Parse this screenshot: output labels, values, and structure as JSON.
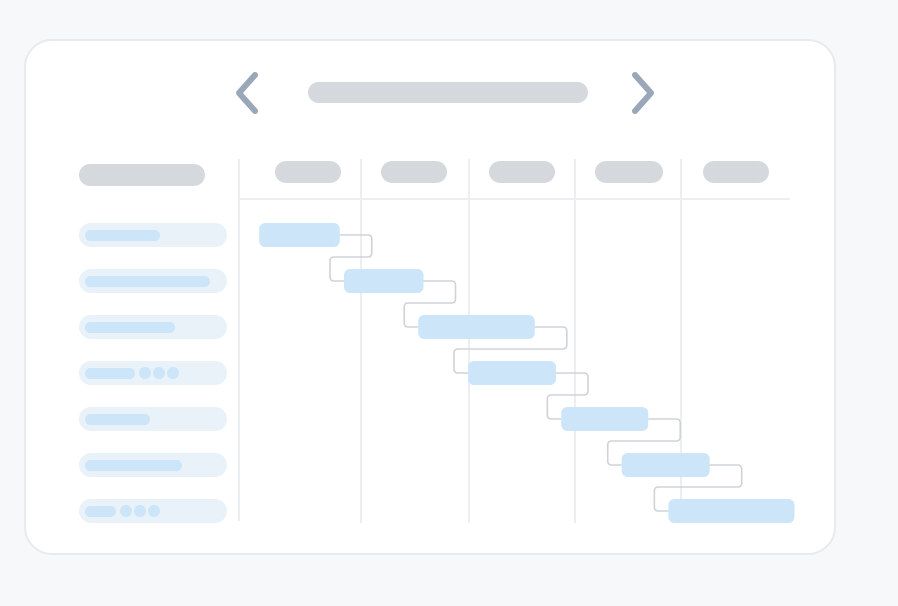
{
  "header": {
    "prev_icon": "chevron-left-icon",
    "next_icon": "chevron-right-icon",
    "title": ""
  },
  "sidebar": {
    "header": "",
    "tasks": [
      {
        "label": "",
        "progress": 0.55,
        "dots": 0
      },
      {
        "label": "",
        "progress": 0.92,
        "dots": 0
      },
      {
        "label": "",
        "progress": 0.66,
        "dots": 0
      },
      {
        "label": "",
        "progress": 0.37,
        "dots": 3
      },
      {
        "label": "",
        "progress": 0.48,
        "dots": 0
      },
      {
        "label": "",
        "progress": 0.71,
        "dots": 0
      },
      {
        "label": "",
        "progress": 0.23,
        "dots": 3
      }
    ]
  },
  "timeline": {
    "columns": [
      "",
      "",
      "",
      "",
      ""
    ],
    "bars": [
      {
        "start": 0.2,
        "end": 0.96
      },
      {
        "start": 1.0,
        "end": 1.75
      },
      {
        "start": 1.7,
        "end": 2.8
      },
      {
        "start": 2.17,
        "end": 3.0
      },
      {
        "start": 3.05,
        "end": 3.87
      },
      {
        "start": 3.62,
        "end": 4.45
      },
      {
        "start": 4.06,
        "end": 5.25
      }
    ]
  },
  "colors": {
    "background": "#f7f8fa",
    "card": "#ffffff",
    "placeholder": "#d5d8dd",
    "task_bar": "#cde5f8",
    "task_row": "#e9f1f9",
    "connector": "#cfd3d8",
    "chevron": "#9aa7b8"
  }
}
